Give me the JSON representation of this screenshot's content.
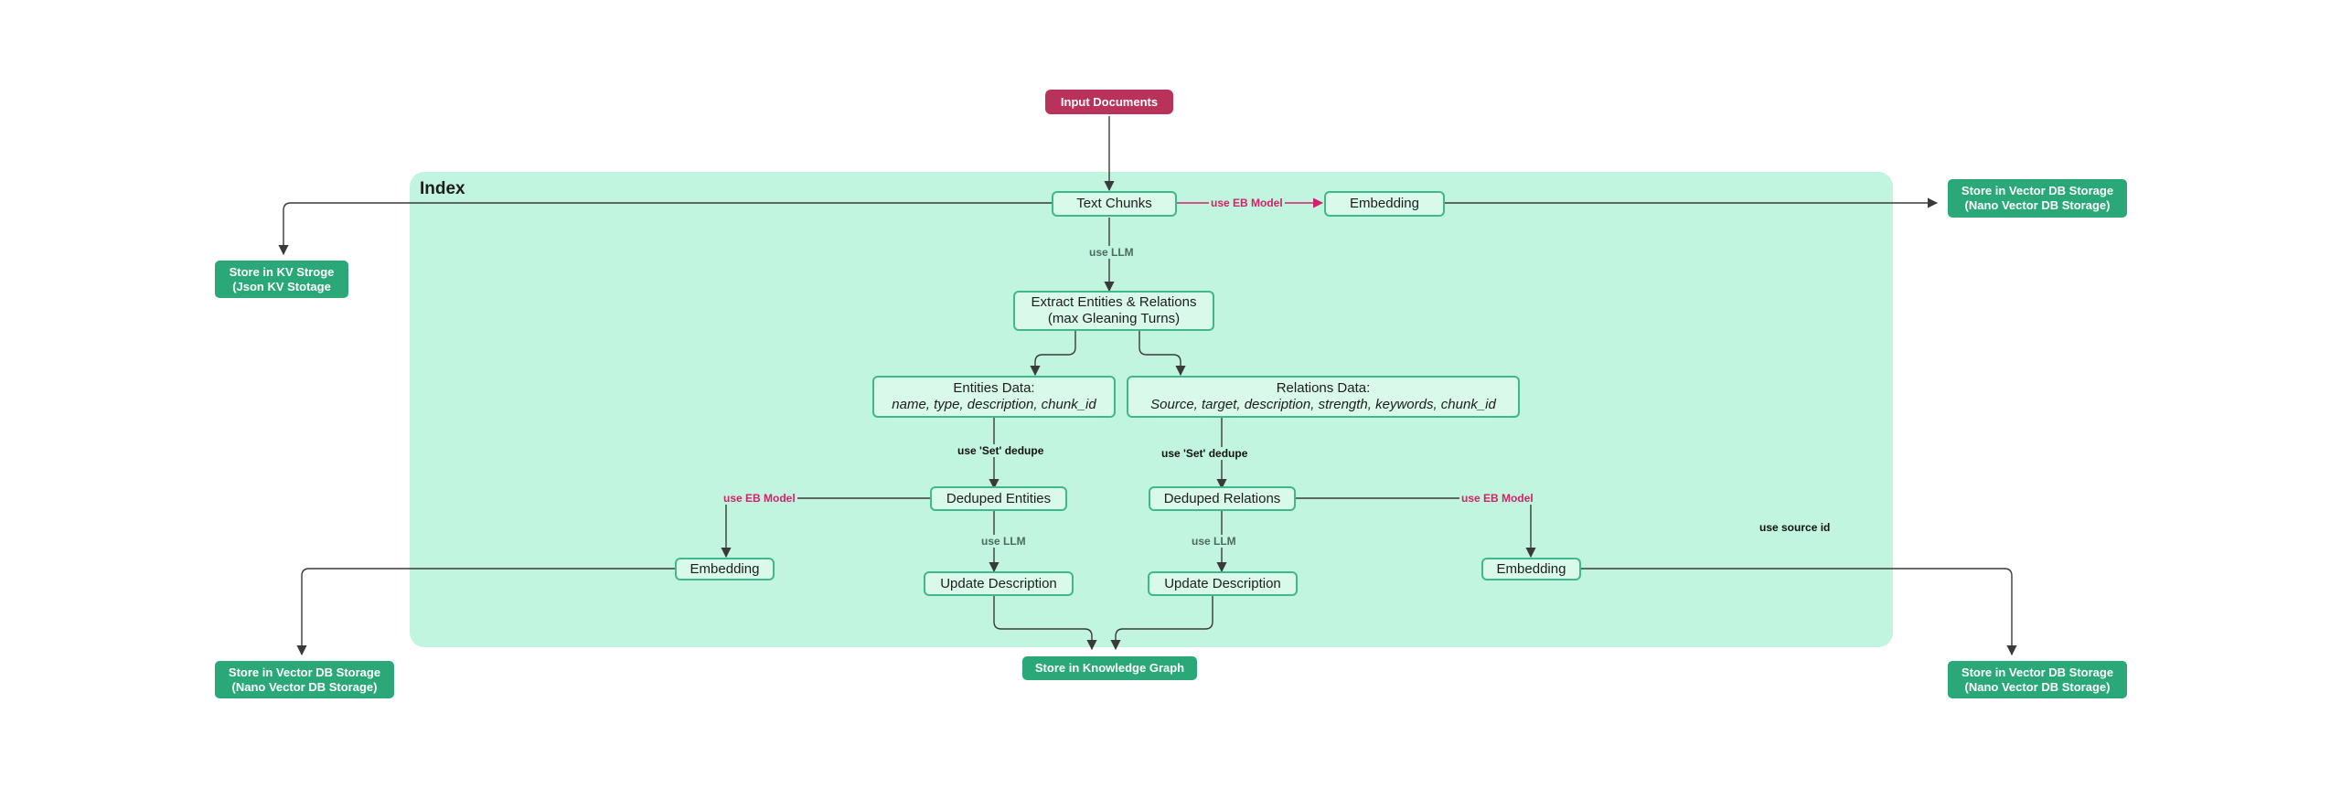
{
  "index": {
    "title": "Index"
  },
  "colors": {
    "index_background": "#c2f5df",
    "node_outline": "#3fb88a",
    "storage_node": "#2aa878",
    "input_node": "#b8325a",
    "eb_label": "#d6206a",
    "connector": "#3a3a3a"
  },
  "nodes": {
    "input_documents": "Input Documents",
    "text_chunks": "Text Chunks",
    "embedding_top": "Embedding",
    "store_vector_top": [
      "Store in Vector DB Storage",
      "(Nano Vector DB Storage)"
    ],
    "store_kv": [
      "Store in KV Stroge",
      "(Json KV Stotage"
    ],
    "extract": [
      "Extract Entities & Relations",
      "(max Gleaning Turns)"
    ],
    "entities_data": [
      "Entities Data:",
      "name, type, description, chunk_id"
    ],
    "relations_data": [
      "Relations Data:",
      "Source, target, description, strength, keywords, chunk_id"
    ],
    "deduped_entities": "Deduped Entities",
    "deduped_relations": "Deduped Relations",
    "embedding_left": "Embedding",
    "embedding_right": "Embedding",
    "update_desc_left": "Update Description",
    "update_desc_right": "Update Description",
    "store_vector_left": [
      "Store in Vector DB Storage",
      "(Nano Vector DB Storage)"
    ],
    "store_vector_right": [
      "Store in Vector DB Storage",
      "(Nano Vector DB Storage)"
    ],
    "store_kg": "Store in Knowledge Graph"
  },
  "labels": {
    "use_eb_model_top": "use EB Model",
    "use_llm_top": "use LLM",
    "use_set_dedupe_left": "use 'Set' dedupe",
    "use_set_dedupe_right": "use 'Set' dedupe",
    "use_eb_model_left": "use EB Model",
    "use_eb_model_right": "use EB Model",
    "use_llm_left": "use LLM",
    "use_llm_right": "use LLM",
    "use_source_id": "use source id"
  }
}
